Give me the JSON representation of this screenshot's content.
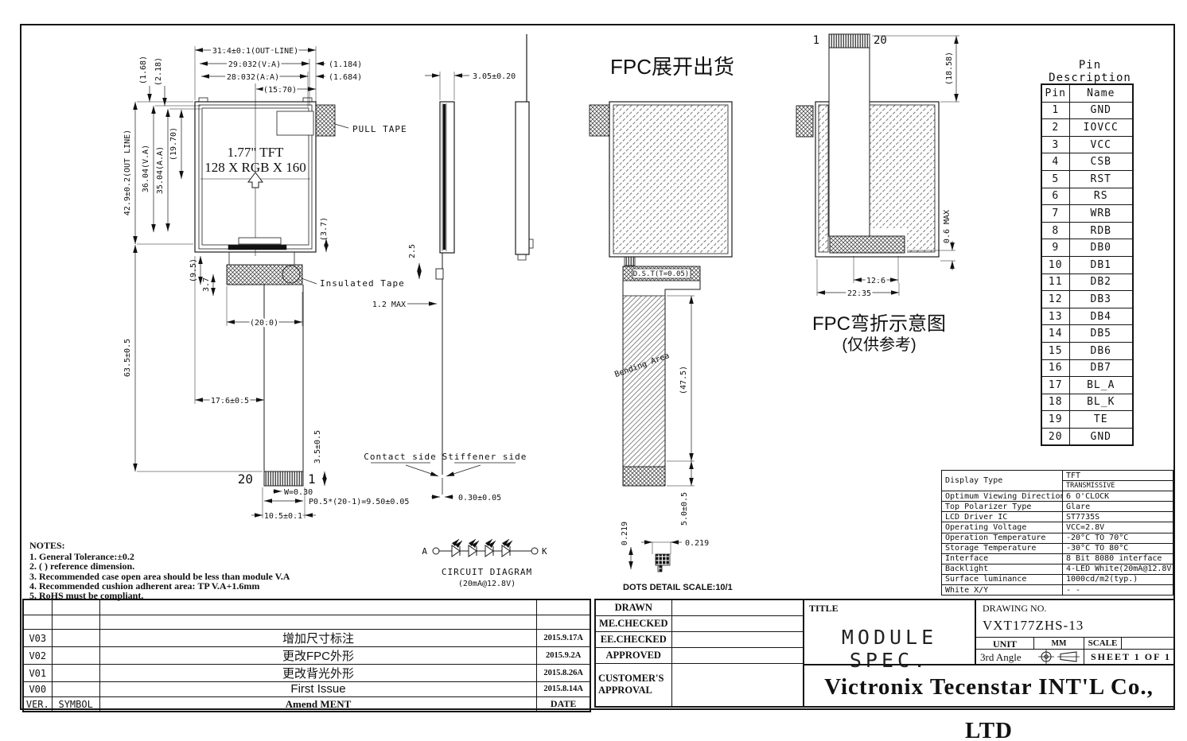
{
  "front": {
    "screen_line1": "1.77\" TFT",
    "screen_line2": "128 X RGB X 160",
    "pull_tape": "PULL TAPE",
    "insulated_tape": "Insulated Tape",
    "pin_left": "20",
    "pin_right": "1",
    "dim_out_w": "31.4±0.1(OUT LINE)",
    "dim_va_w": "29.032(V.A)",
    "dim_aa_w": "28.032(A.A)",
    "dim_half_w": "(15.70)",
    "dim_gap_r1": "(1.184)",
    "dim_gap_r2": "(1.684)",
    "dim_gap_l1": "(1.68)",
    "dim_gap_l2": "(2.18)",
    "dim_out_h": "42.9±0.2(OUT LINE)",
    "dim_va_h": "36.04(V.A)",
    "dim_aa_h": "35.04(A.A)",
    "dim_center_h": "(19.70)",
    "dim_total_h": "63.5±0.5",
    "dim_tape_drop": "(9.5)",
    "dim_tape_gap": "3.7",
    "dim_ledge": "(3.7)",
    "dim_fpc_w": "(20.0)",
    "dim_fpc_off": "17.6±0.5",
    "dim_conn_h": "3.5±0.5",
    "dim_finger_w": "W=0.30",
    "dim_pitch": "P0.5*(20-1)=9.50±0.05",
    "dim_conn_w": "10.5±0.1"
  },
  "side": {
    "dim_thickness": "3.05±0.20",
    "dim_tail": "2.5",
    "dim_fpc_max": "1.2 MAX",
    "contact_label": "Contact side",
    "stiffener_label": "Stiffener side",
    "dim_tip": "0.30±0.05"
  },
  "fpc_open": {
    "title": "FPC展开出货",
    "tape_label": "D.S.T(T=0.05)",
    "bending_label": "Bending Area",
    "dim_len": "(47.5)",
    "dim_stiff": "5.0±0.5"
  },
  "fpc_bend": {
    "title": "FPC弯折示意图",
    "subtitle": "(仅供参考)",
    "pin1": "1",
    "pin20": "20",
    "dim_h": "(18.58)",
    "dim_gap": "0.6 MAX",
    "dim_w1": "12.6",
    "dim_w2": "22.35"
  },
  "dots": {
    "dim_v": "0.219",
    "dim_h": "0.219",
    "label": "DOTS DETAIL SCALE:10/1"
  },
  "circuit": {
    "anode": "A",
    "cathode": "K",
    "title": "CIRCUIT DIAGRAM",
    "subtitle": "(20mA@12.8V)"
  },
  "pin_table": {
    "title": "Pin Description",
    "col_pin": "Pin",
    "col_name": "Name",
    "pins": [
      {
        "pin": "1",
        "name": "GND"
      },
      {
        "pin": "2",
        "name": "IOVCC"
      },
      {
        "pin": "3",
        "name": "VCC"
      },
      {
        "pin": "4",
        "name": "CSB"
      },
      {
        "pin": "5",
        "name": "RST"
      },
      {
        "pin": "6",
        "name": "RS"
      },
      {
        "pin": "7",
        "name": "WRB"
      },
      {
        "pin": "8",
        "name": "RDB"
      },
      {
        "pin": "9",
        "name": "DB0"
      },
      {
        "pin": "10",
        "name": "DB1"
      },
      {
        "pin": "11",
        "name": "DB2"
      },
      {
        "pin": "12",
        "name": "DB3"
      },
      {
        "pin": "13",
        "name": "DB4"
      },
      {
        "pin": "14",
        "name": "DB5"
      },
      {
        "pin": "15",
        "name": "DB6"
      },
      {
        "pin": "16",
        "name": "DB7"
      },
      {
        "pin": "17",
        "name": "BL_A"
      },
      {
        "pin": "18",
        "name": "BL_K"
      },
      {
        "pin": "19",
        "name": "TE"
      },
      {
        "pin": "20",
        "name": "GND"
      }
    ]
  },
  "spec": {
    "display_type_label": "Display Type",
    "display_type_v1": "TFT",
    "display_type_v2": "TRANSMISSIVE",
    "rows": [
      {
        "label": "Optimum Viewing Direction",
        "value": "6 O'CLOCK"
      },
      {
        "label": "Top Polarizer Type",
        "value": "Glare"
      },
      {
        "label": "LCD Driver IC",
        "value": "ST7735S"
      },
      {
        "label": "Operating Voltage",
        "value": "VCC=2.8V"
      },
      {
        "label": "Operation Temperature",
        "value": "-20°C TO 70°C"
      },
      {
        "label": "Storage Temperature",
        "value": "-30°C TO 80°C"
      },
      {
        "label": "Interface",
        "value": "8 Bit 8080 interface"
      },
      {
        "label": "Backlight",
        "value": "4-LED White(20mA@12.8V)"
      },
      {
        "label": "Surface luminance",
        "value": "1000cd/m2(typ.)"
      },
      {
        "label": "White X/Y",
        "value": "- -"
      }
    ]
  },
  "notes": {
    "title": "NOTES:",
    "items": [
      "1. General Tolerance:±0.2",
      "2. ( ) reference dimension.",
      "3. Recommended case open area should be less than module V.A",
      "4. Recommended cushion adherent area: TP V.A+1.6mm",
      "5. RoHS must be compliant."
    ]
  },
  "revision": {
    "rows": [
      {
        "ver": "V03",
        "symbol": "",
        "amend": "增加尺寸标注",
        "date": "2015.9.17A"
      },
      {
        "ver": "V02",
        "symbol": "",
        "amend": "更改FPC外形",
        "date": "2015.9.2A"
      },
      {
        "ver": "V01",
        "symbol": "",
        "amend": "更改背光外形",
        "date": "2015.8.26A"
      },
      {
        "ver": "V00",
        "symbol": "",
        "amend": "First Issue",
        "date": "2015.8.14A"
      }
    ],
    "foot_ver": "VER.",
    "foot_symbol": "SYMBOL",
    "foot_amend": "Amend MENT",
    "foot_date": "DATE"
  },
  "approvals": {
    "rows": [
      "DRAWN",
      "ME.CHECKED",
      "EE.CHECKED",
      "APPROVED"
    ],
    "customer": "CUSTOMER'S APPROVAL"
  },
  "title_block": {
    "title_label": "TITLE",
    "title": "MODULE SPEC.",
    "drawing_no_label": "DRAWING NO.",
    "drawing_no": "VXT177ZHS-13",
    "unit_label": "UNIT",
    "unit_value": "MM",
    "scale_label": "SCALE",
    "angle_label": "3rd Angle",
    "sheet_label": "SHEET 1 OF 1",
    "company": "Victronix Tecenstar INT'L  Co., LTD"
  }
}
